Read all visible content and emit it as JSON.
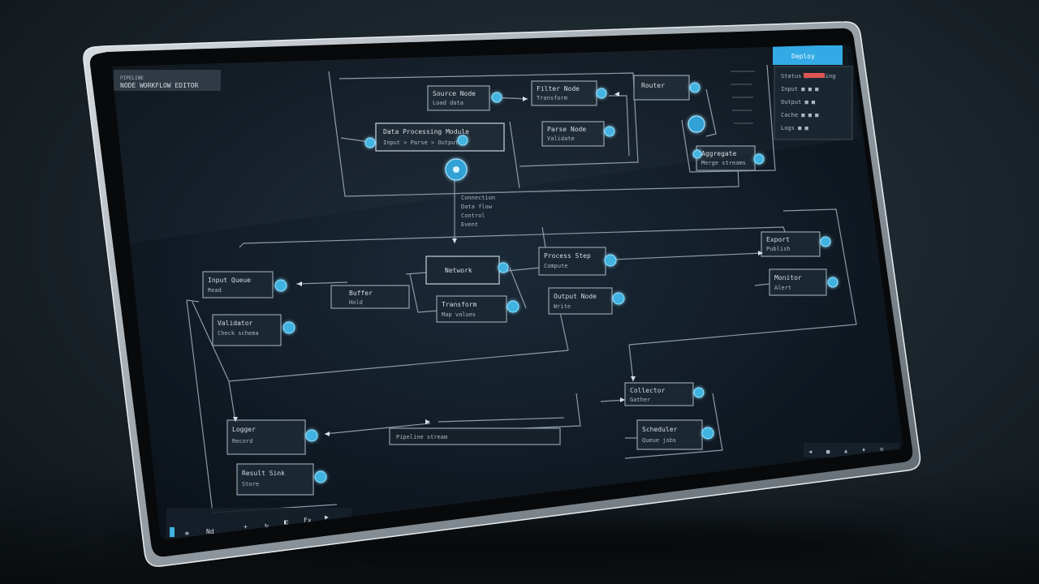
{
  "app": {
    "header_title": "NODE WORKFLOW EDITOR",
    "header_subtitle": "PIPELINE"
  },
  "top_right_panel": {
    "button_label": "Deploy",
    "rows": [
      "Status  ■ Running",
      "Input   ■ ■ ■",
      "Output  ■ ■",
      "Cache   ■ ■ ■",
      "Logs    ■ ■"
    ]
  },
  "nodes": {
    "n_top1": {
      "line1": "Source Node",
      "line2": "Load data"
    },
    "n_top2": {
      "line1": "Filter Node",
      "line2": "Transform"
    },
    "n_top3": {
      "line1": "Router",
      "line2": ""
    },
    "n_title": {
      "line1": "Data Processing Module",
      "line2": "Input > Parse > Output"
    },
    "n_mid_a": {
      "line1": "Parse Node",
      "line2": "Validate"
    },
    "n_right_a": {
      "line1": "Aggregate",
      "line2": "Merge streams"
    },
    "n_center": {
      "line1": "Network",
      "line2": ""
    },
    "n_center2": {
      "line1": "Process Step",
      "line2": "Compute"
    },
    "n_center3": {
      "line1": "Transform",
      "line2": "Map values"
    },
    "n_center4": {
      "line1": "Output Node",
      "line2": "Write"
    },
    "n_left1": {
      "line1": "Input Queue",
      "line2": "Read"
    },
    "n_left2": {
      "line1": "Validator",
      "line2": "Check schema"
    },
    "n_left3": {
      "line1": "Buffer",
      "line2": "Hold"
    },
    "n_right1": {
      "line1": "Export",
      "line2": "Publish"
    },
    "n_right2": {
      "line1": "Monitor",
      "line2": "Alert"
    },
    "n_low1": {
      "line1": "Collector",
      "line2": "Gather"
    },
    "n_low2": {
      "line1": "Scheduler",
      "line2": "Queue jobs"
    },
    "n_low3": {
      "line1": "Logger",
      "line2": "Record"
    },
    "n_bottom1": {
      "line1": "Result Sink",
      "line2": "Store"
    },
    "n_pipe": {
      "line1": "Pipeline stream",
      "line2": ""
    }
  },
  "legend_lines": [
    "Connection",
    "Data flow",
    "Control",
    "Event"
  ],
  "bottom_toolbar": {
    "items": [
      "≡",
      "Nd",
      "+",
      "↻",
      "◧",
      "Fx",
      "▶"
    ]
  },
  "status_bar": {
    "items": [
      "◀",
      "■",
      "▲",
      "♦",
      "⚙"
    ]
  }
}
